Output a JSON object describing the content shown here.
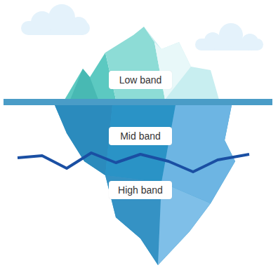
{
  "diagram": {
    "nodes": [
      {
        "text": [
          "Low band"
        ]
      },
      {
        "text": [
          "Mid band"
        ]
      },
      {
        "text": [
          "High band"
        ]
      }
    ]
  }
}
